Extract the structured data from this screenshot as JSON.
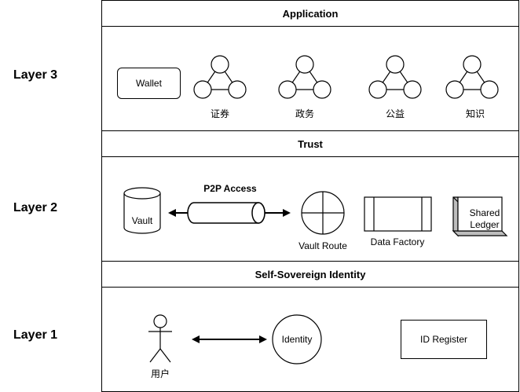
{
  "layers": [
    {
      "label": "Layer 3"
    },
    {
      "label": "Layer 2"
    },
    {
      "label": "Layer 1"
    }
  ],
  "bands": {
    "application": "Application",
    "trust": "Trust",
    "ssi": "Self-Sovereign Identity"
  },
  "layer3": {
    "wallet": "Wallet",
    "networks": [
      "证券",
      "政务",
      "公益",
      "知识"
    ]
  },
  "layer2": {
    "vault": "Vault",
    "p2p_access": "P2P Access",
    "vault_route": "Vault Route",
    "data_factory": "Data Factory",
    "shared_ledger_line1": "Shared",
    "shared_ledger_line2": "Ledger"
  },
  "layer1": {
    "user": "用户",
    "identity": "Identity",
    "id_register": "ID Register"
  }
}
